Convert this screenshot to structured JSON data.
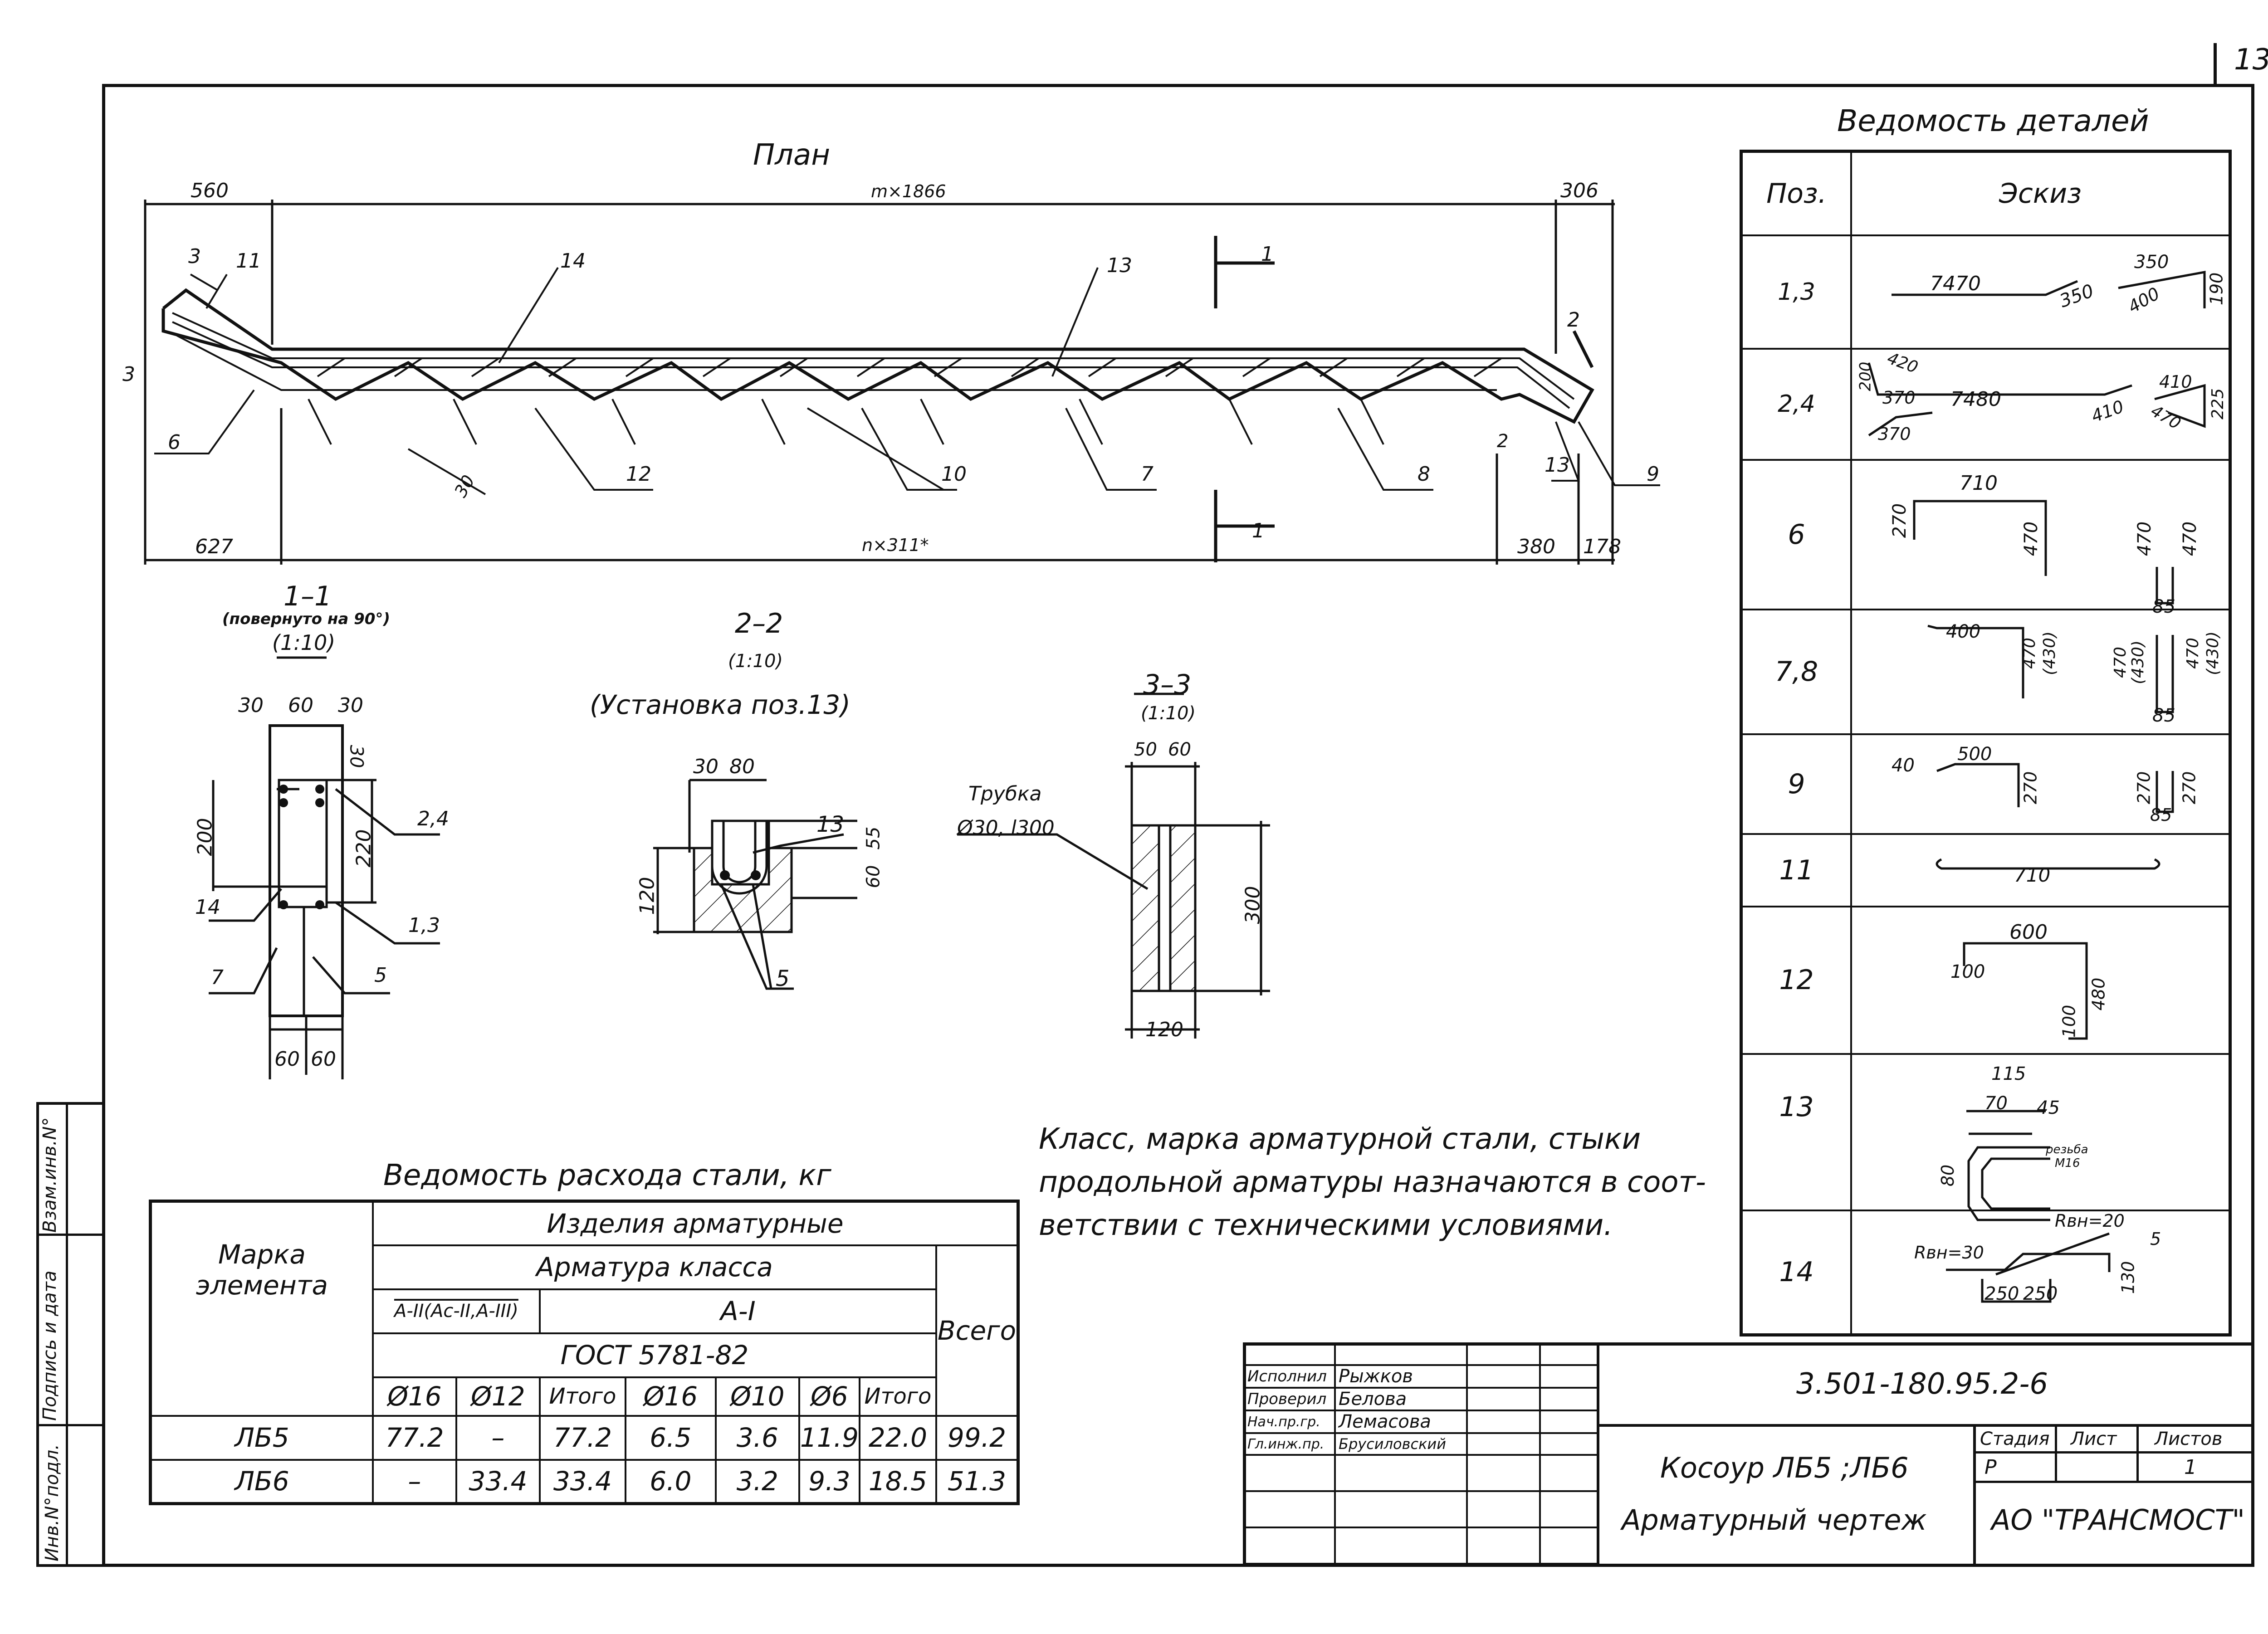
{
  "sheet_number": "13",
  "plan": {
    "title": "План",
    "dims_top": [
      "560",
      "m×1866",
      "306"
    ],
    "dims_bottom": [
      "627",
      "n×311*",
      "380",
      "178"
    ],
    "callouts": [
      "3",
      "11",
      "14",
      "13",
      "1",
      "2",
      "3",
      "6",
      "12",
      "10",
      "7",
      "8",
      "2",
      "13",
      "9",
      "1",
      "30"
    ]
  },
  "sections": {
    "s11": {
      "title": "1–1",
      "note": "(повернуто на 90°)",
      "scale": "(1:10)",
      "dims": [
        "30",
        "60",
        "30",
        "30",
        "200",
        "220",
        "60",
        "60"
      ],
      "callouts": [
        "2,4",
        "1,3",
        "14",
        "7",
        "5"
      ]
    },
    "s22": {
      "title": "2–2",
      "scale": "(1:10)",
      "subtitle": "(Установка поз.13)",
      "dims": [
        "30",
        "80",
        "55",
        "60",
        "120"
      ],
      "callouts": [
        "13",
        "5"
      ]
    },
    "s33": {
      "title": "3–3",
      "scale": "(1:10)",
      "dims": [
        "50",
        "60",
        "300",
        "120"
      ],
      "pipe_label": "Трубка",
      "pipe_spec": "Ø30, l300"
    }
  },
  "details": {
    "title": "Ведомость деталей",
    "headers": [
      "Поз.",
      "Эскиз"
    ],
    "rows": [
      {
        "pos": "1,3",
        "labels": [
          "7470",
          "350",
          "350",
          "400",
          "190"
        ]
      },
      {
        "pos": "2,4",
        "labels": [
          "200",
          "420",
          "370",
          "7480",
          "370",
          "410",
          "410",
          "470",
          "225"
        ]
      },
      {
        "pos": "6",
        "labels": [
          "710",
          "270",
          "470",
          "470",
          "470",
          "85"
        ]
      },
      {
        "pos": "7,8",
        "labels": [
          "400",
          "470",
          "(430)",
          "470",
          "(430)",
          "470",
          "(430)",
          "85"
        ]
      },
      {
        "pos": "9",
        "labels": [
          "40",
          "500",
          "270",
          "270",
          "270",
          "85"
        ]
      },
      {
        "pos": "11",
        "labels": [
          "710"
        ]
      },
      {
        "pos": "12",
        "labels": [
          "600",
          "100",
          "100",
          "480"
        ]
      },
      {
        "pos": "13",
        "labels": [
          "115",
          "70",
          "45",
          "80",
          "резьба",
          "M16"
        ]
      },
      {
        "pos": "14",
        "labels": [
          "Rвн=30",
          "Rвн=20",
          "5",
          "130",
          "250",
          "250"
        ]
      }
    ]
  },
  "note": [
    "Класс, марка арматурной стали, стыки",
    "продольной арматуры назначаются в соот-",
    "ветствии с техническими условиями."
  ],
  "steel": {
    "title": "Ведомость расхода стали, кг",
    "h_mark": [
      "Марка",
      "элемента"
    ],
    "h_items": "Изделия арматурные",
    "h_class": "Арматура класса",
    "h_a2": "A-II(Ac-II,A-III)",
    "h_a1": "A-I",
    "h_gost": "ГОСТ 5781-82",
    "h_total": "Всего",
    "cols": [
      "Ø16",
      "Ø12",
      "Итого",
      "Ø16",
      "Ø10",
      "Ø6",
      "Итого"
    ],
    "rows": [
      {
        "mark": "ЛБ5",
        "v": [
          "77.2",
          "–",
          "77.2",
          "6.5",
          "3.6",
          "11.9",
          "22.0",
          "99.2"
        ]
      },
      {
        "mark": "ЛБ6",
        "v": [
          "–",
          "33.4",
          "33.4",
          "6.0",
          "3.2",
          "9.3",
          "18.5",
          "51.3"
        ]
      }
    ]
  },
  "stamp": {
    "roles": [
      "Исполнил",
      "Проверил",
      "Нач.пр.гр.",
      "Гл.инж.пр."
    ],
    "names": [
      "Рыжков",
      "Белова",
      "Лемасова",
      "Брусиловский"
    ],
    "code": "3.501-180.95.2-6",
    "title1": "Косоур ЛБ5 ;ЛБ6",
    "title2": "Арматурный чертеж",
    "h_stage": "Стадия",
    "h_sheet": "Лист",
    "h_sheets": "Листов",
    "stage": "Р",
    "sheets": "1",
    "org": "АО \"ТРАНСМОСТ\""
  },
  "side_stamp": [
    "Инв.N°подл.",
    "Подпись и дата",
    "Взам.инв.N°"
  ]
}
